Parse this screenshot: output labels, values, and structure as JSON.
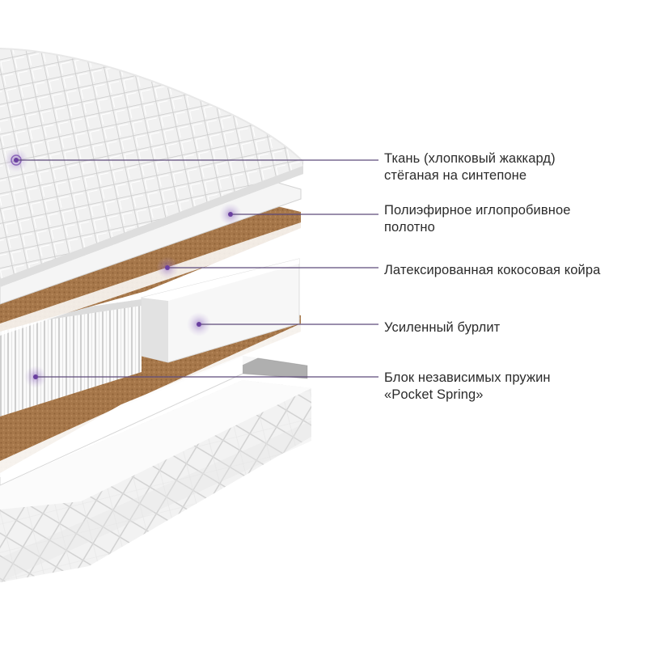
{
  "colors": {
    "accent": "#7b4fb0",
    "coir": "#a8784a",
    "fabric": "#f4f4f4",
    "line": "#5d4a7a",
    "label_text": "#2b2b2b"
  },
  "callouts": [
    {
      "id": "fabric",
      "lines": [
        "Ткань (хлопковый жаккард)",
        "стёганая на синтепоне"
      ]
    },
    {
      "id": "felt",
      "lines": [
        "Полиэфирное иглопробивное",
        "полотно"
      ]
    },
    {
      "id": "coir",
      "lines": [
        "Латексированная кокосовая койра"
      ]
    },
    {
      "id": "burlit",
      "lines": [
        "Усиленный бурлит"
      ]
    },
    {
      "id": "springs",
      "lines": [
        "Блок независимых пружин",
        "«Pocket Spring»"
      ]
    }
  ]
}
